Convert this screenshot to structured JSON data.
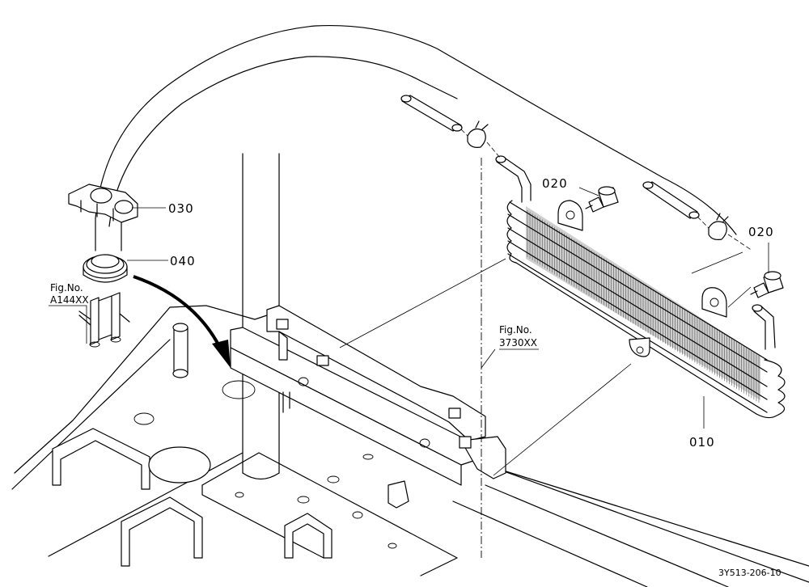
{
  "parts": [
    {
      "callout": "030"
    },
    {
      "callout": "040"
    },
    {
      "callout": "020"
    },
    {
      "callout": "020"
    },
    {
      "callout": "010"
    }
  ],
  "references": [
    {
      "prefix": "Fig.No.",
      "code": "A144XX"
    },
    {
      "prefix": "Fig.No.",
      "code": "3730XX"
    }
  ],
  "document_code": "3Y513-206-10"
}
